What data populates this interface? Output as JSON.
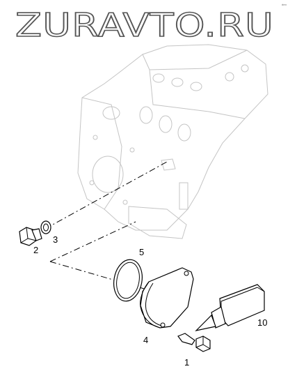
{
  "watermark": "ZURAVTO.RU",
  "corner_mark": "ᵈᵉᵛ",
  "callouts": [
    "1",
    "2",
    "3",
    "4",
    "5",
    "10"
  ]
}
